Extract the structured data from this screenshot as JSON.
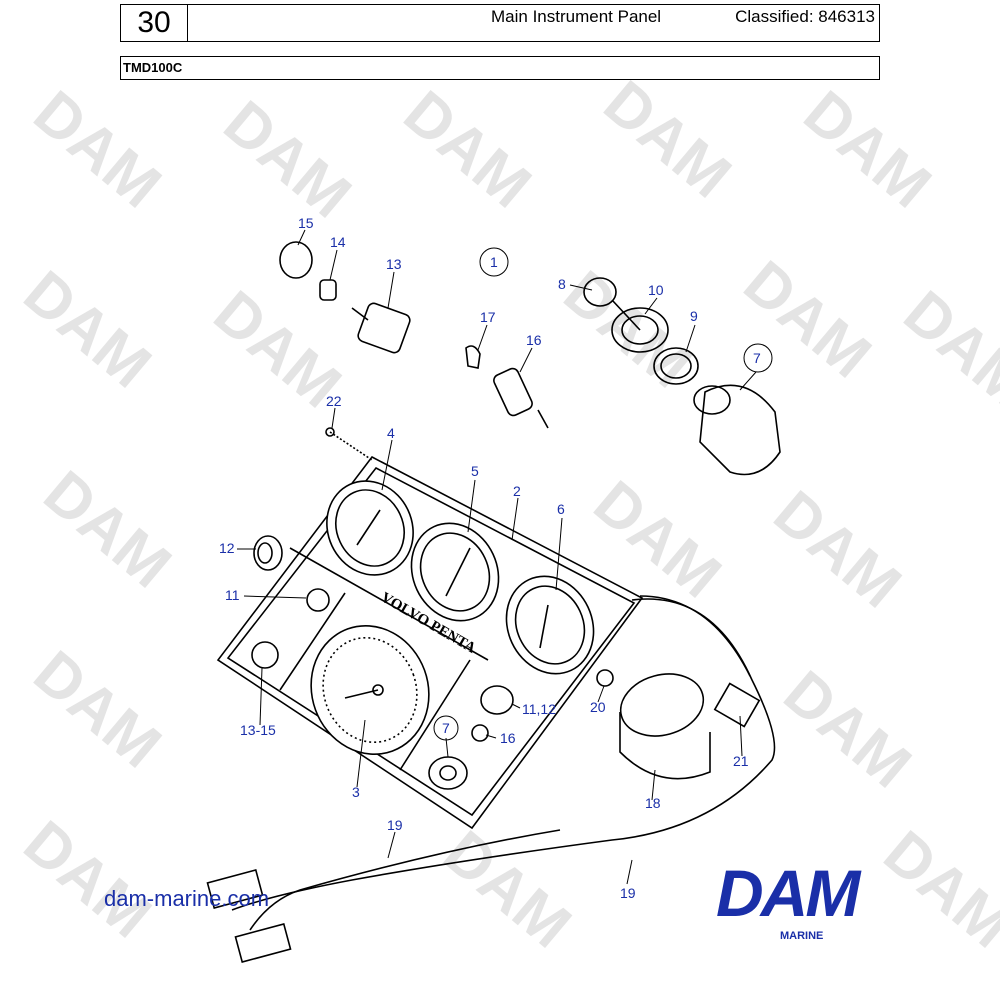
{
  "header": {
    "page_number": "30",
    "title": "Main Instrument Panel",
    "classified": "Classified: 846313",
    "model": "TMD100C"
  },
  "diagram": {
    "panel_brand": "VOLVO PENTA",
    "watermark": "DAM",
    "callouts": [
      {
        "id": "c1",
        "label": "1"
      },
      {
        "id": "c2",
        "label": "2"
      },
      {
        "id": "c3",
        "label": "3"
      },
      {
        "id": "c4",
        "label": "4"
      },
      {
        "id": "c5",
        "label": "5"
      },
      {
        "id": "c6",
        "label": "6"
      },
      {
        "id": "c7a",
        "label": "7"
      },
      {
        "id": "c7b",
        "label": "7"
      },
      {
        "id": "c8",
        "label": "8"
      },
      {
        "id": "c9",
        "label": "9"
      },
      {
        "id": "c10",
        "label": "10"
      },
      {
        "id": "c11",
        "label": "11"
      },
      {
        "id": "c11_12",
        "label": "11,12"
      },
      {
        "id": "c12",
        "label": "12"
      },
      {
        "id": "c13",
        "label": "13"
      },
      {
        "id": "c13_15",
        "label": "13-15"
      },
      {
        "id": "c14",
        "label": "14"
      },
      {
        "id": "c15",
        "label": "15"
      },
      {
        "id": "c16a",
        "label": "16"
      },
      {
        "id": "c16b",
        "label": "16"
      },
      {
        "id": "c17",
        "label": "17"
      },
      {
        "id": "c18",
        "label": "18"
      },
      {
        "id": "c19a",
        "label": "19"
      },
      {
        "id": "c19b",
        "label": "19"
      },
      {
        "id": "c20",
        "label": "20"
      },
      {
        "id": "c21",
        "label": "21"
      },
      {
        "id": "c22",
        "label": "22"
      }
    ]
  },
  "footer": {
    "website": "dam-marine.com",
    "logo_text": "DAM",
    "logo_subtext": "MARINE"
  },
  "colors": {
    "callout": "#1a2fa8",
    "watermark": "#e4e4e4",
    "line": "#000000"
  }
}
